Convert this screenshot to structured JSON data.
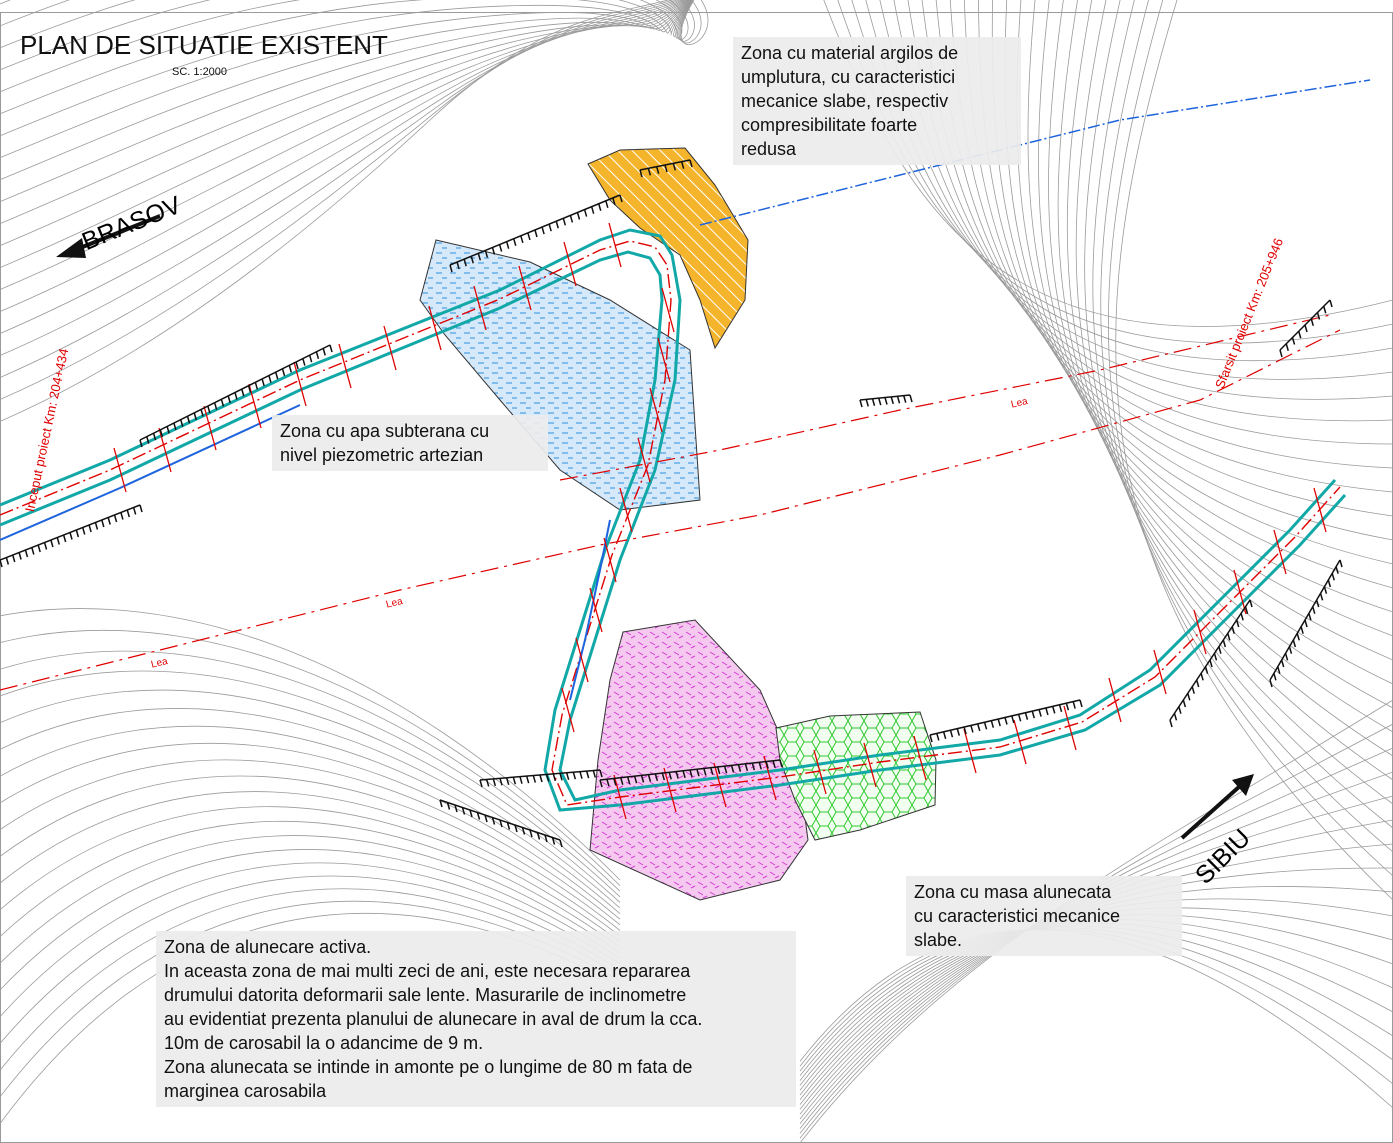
{
  "title": "PLAN DE SITUATIE EXISTENT",
  "scale": "SC. 1:2000",
  "directions": {
    "west": "BRASOV",
    "east": "SIBIU"
  },
  "chainage": {
    "start": "Inceput proiect Km: 204+434",
    "end": "Sfarsit proiect Km: 205+946"
  },
  "boundary_label": "Lea",
  "zones": {
    "clay_fill": {
      "lines": [
        "Zona cu material argilos de",
        "umplutura, cu caracteristici",
        "mecanice slabe, respectiv",
        "compresibilitate foarte",
        "redusa"
      ],
      "color": "#f0a700"
    },
    "groundwater": {
      "lines": [
        "Zona cu apa subterana cu",
        "nivel piezometric artezian"
      ],
      "color": "#2f8fd8"
    },
    "sliding_mass": {
      "lines": [
        "Zona cu masa alunecata",
        "cu caracteristici mecanice",
        "slabe."
      ],
      "color": "#2ec82e"
    },
    "active_landslide": {
      "lines": [
        "Zona de alunecare activa.",
        "In aceasta zona de mai multi zeci de ani, este necesara repararea",
        "drumului datorita deformarii sale lente. Masurarile de inclinometre",
        "au evidentiat prezenta planului de alunecare in aval de drum la cca.",
        "10m de carosabil la o adancime de 9 m.",
        "Zona alunecata se intinde in amonte pe o lungime de 80 m fata de",
        "marginea carosabila"
      ],
      "color": "#d63cd6"
    }
  },
  "colors": {
    "road_axis": "#e00000",
    "road_edge": "#12a8a8",
    "contour": "#9a9a9a",
    "water": "#1e64dc"
  }
}
